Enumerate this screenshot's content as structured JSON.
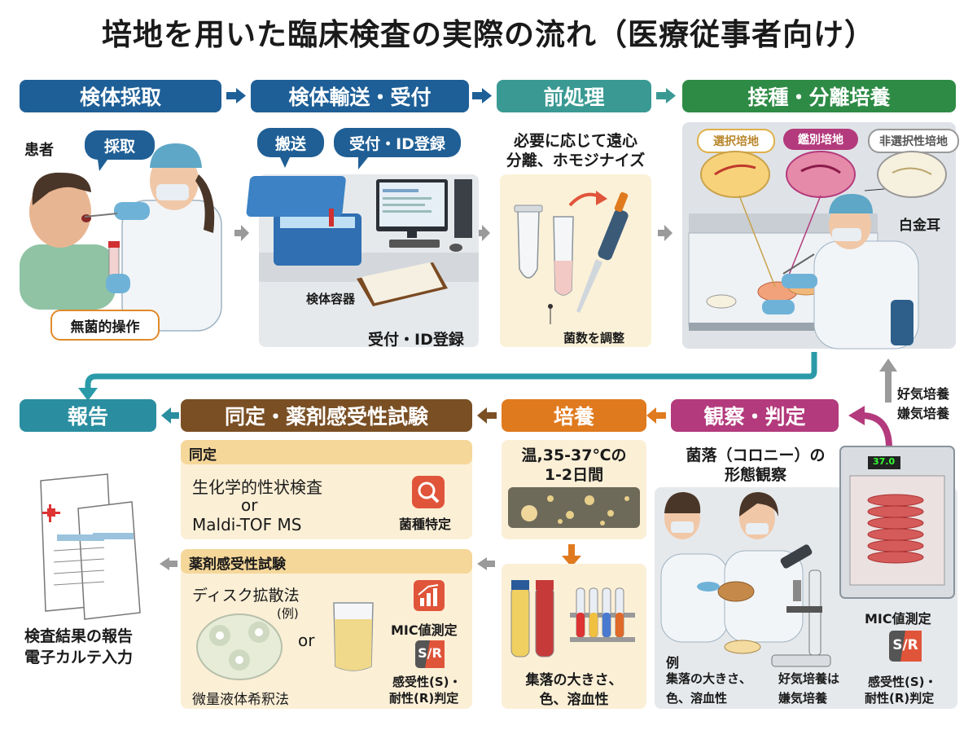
{
  "title": "培地を用いた臨床検査の実際の流れ（医療従事者向け）",
  "steps": {
    "s1": "検体採取",
    "s2": "検体輸送・受付",
    "s3": "前処理",
    "s4": "接種・分離培養",
    "s5": "報告",
    "s6": "同定・薬剤感受性試験",
    "s7": "培養",
    "s8": "観察・判定"
  },
  "collection": {
    "patient": "患者",
    "bubble": "採取",
    "aseptic": "無菌的操作"
  },
  "transport": {
    "bubble_transport": "搬送",
    "bubble_register": "受付・ID登録",
    "container": "検体容器",
    "register_caption": "受付・ID登録"
  },
  "pretreatment": {
    "note_line1": "必要に応じて遠心",
    "note_line2": "分離、ホモジナイズ",
    "adjust": "菌数を調整"
  },
  "inoculation": {
    "media_selective": "選択培地",
    "media_differential": "鑑別培地",
    "media_nonselective": "非選択性培地",
    "loop": "白金耳"
  },
  "side_note": {
    "line1": "好気培養",
    "line2": "嫌気培養"
  },
  "report": {
    "line1": "検査結果の報告",
    "line2": "電子カルテ入力"
  },
  "identification": {
    "header": "同定",
    "method1": "生化学的性状検査",
    "or1": "or",
    "method2": "Maldi-TOF MS",
    "result": "菌種特定"
  },
  "susceptibility": {
    "header": "薬剤感受性試験",
    "disk": "ディスク拡散法",
    "example": "(例)",
    "or2": "or",
    "broth": "微量液体希釈法",
    "mic": "MIC値測定",
    "sr_line1": "感受性(S)・",
    "sr_line2": "耐性(R)判定",
    "sr_icon": "S/R"
  },
  "culture": {
    "cond_line1": "温,35-37℃の",
    "cond_line2": "1-2日間",
    "obs_line1": "集落の大きさ、",
    "obs_line2": "色、溶血性"
  },
  "observation": {
    "head_line1": "菌落（コロニー）の",
    "head_line2": "形態観察",
    "mic": "MIC値測定",
    "sr_icon": "S/R",
    "sr_line1": "感受性(S)・",
    "sr_line2": "耐性(R)判定",
    "ex_label": "例",
    "ex_line1": "集落の大きさ、",
    "ex_line2": "色、溶血性",
    "ex2_line1": "好気培養は",
    "ex2_line2": "嫌気培養",
    "incubator_display": "37.0"
  },
  "colors": {
    "blue": "#1e5f97",
    "teal": "#3a9a93",
    "green": "#2e8b45",
    "brown": "#7a4f24",
    "orange": "#e07a1e",
    "magenta": "#b33a7c",
    "arrow_gray": "#9a9a9a",
    "connector": "#2a9aa8"
  }
}
